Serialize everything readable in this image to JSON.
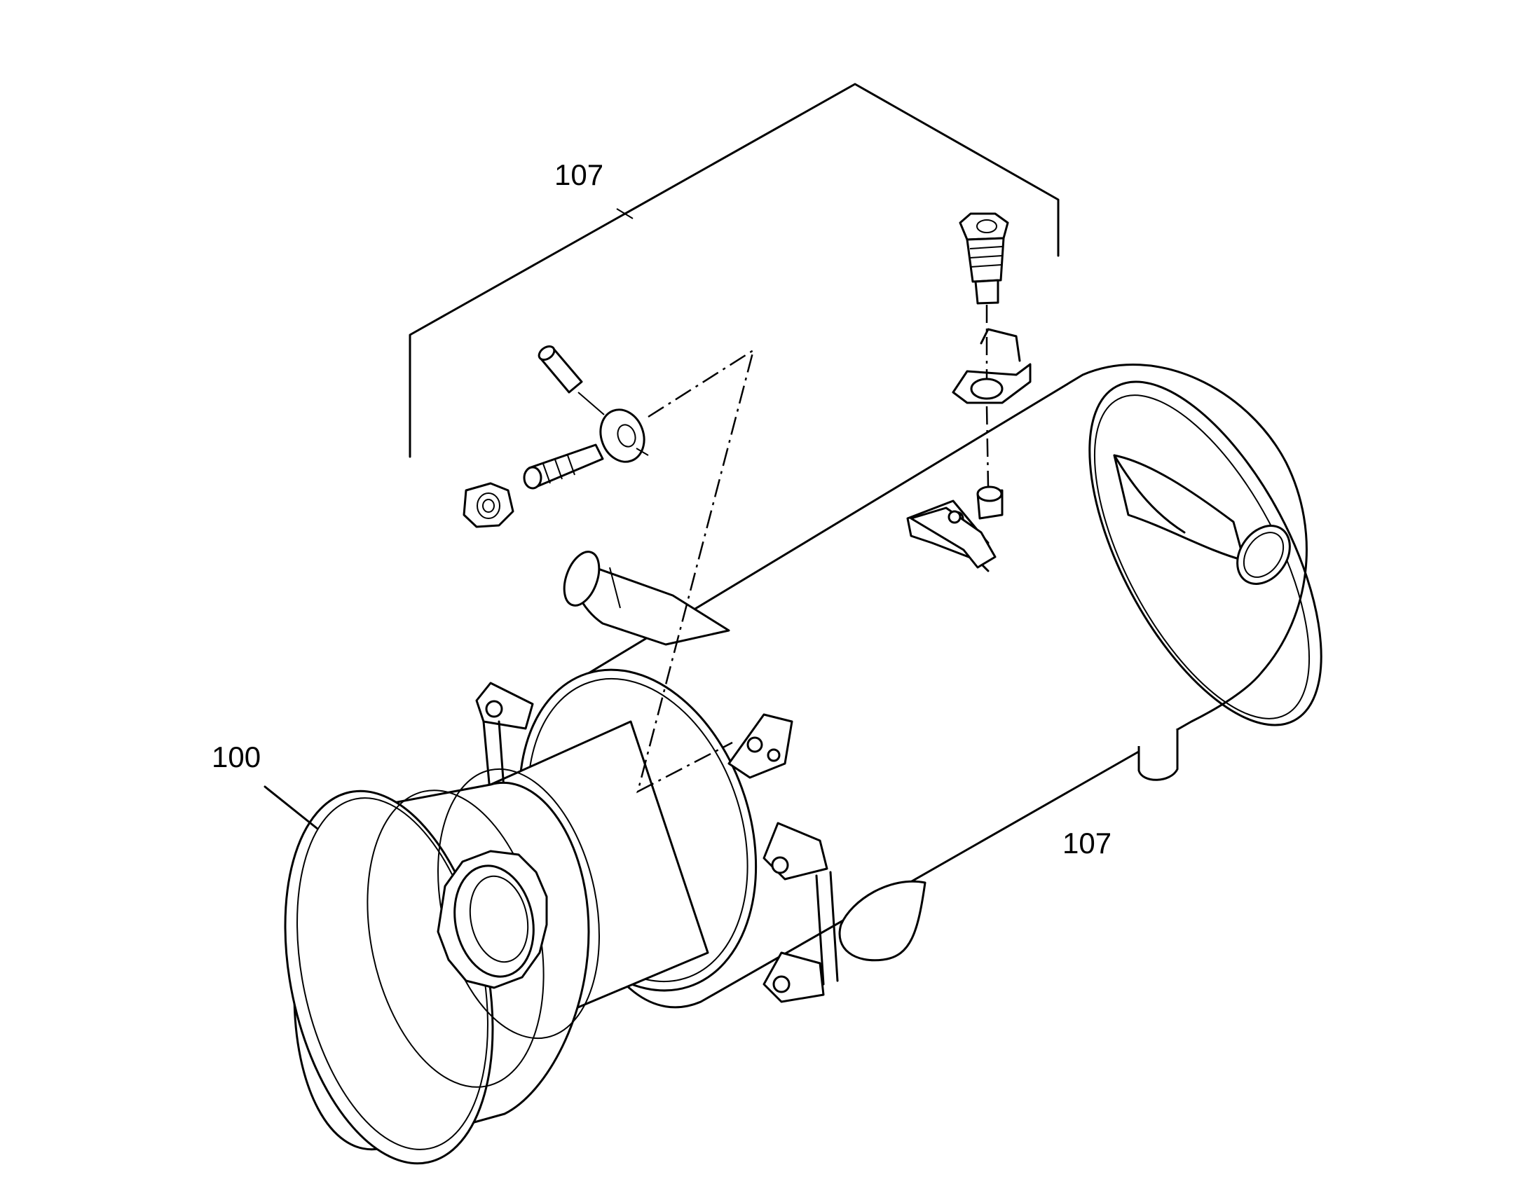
{
  "labels": {
    "kit_top": "107",
    "kit_right": "107",
    "muffler": "100"
  },
  "colors": {
    "line": "#000000",
    "background": "#ffffff"
  }
}
